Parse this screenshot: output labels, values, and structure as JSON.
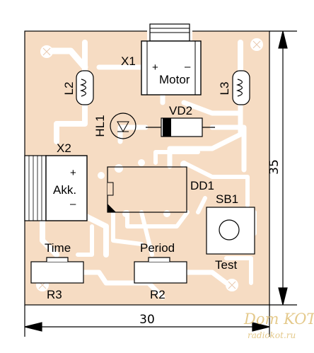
{
  "labels": {
    "x1": "X1",
    "motor": "Motor",
    "l2": "L2",
    "l3": "L3",
    "hl1": "HL1",
    "vd2": "VD2",
    "x2": "X2",
    "akk": "Akk.",
    "dd1": "DD1",
    "sb1": "SB1",
    "test": "Test",
    "time": "Time",
    "period": "Period",
    "r3": "R3",
    "r2": "R2",
    "plus": "+",
    "minus": "–"
  },
  "dimensions": {
    "width": "30",
    "height": "35"
  },
  "watermark": {
    "title": "Dom KOT",
    "site": "radiokot.ru"
  },
  "colors": {
    "board": "#f6dcc3",
    "trace": "#ffffff",
    "outline": "#000000",
    "watermark": "#e4c98b"
  }
}
